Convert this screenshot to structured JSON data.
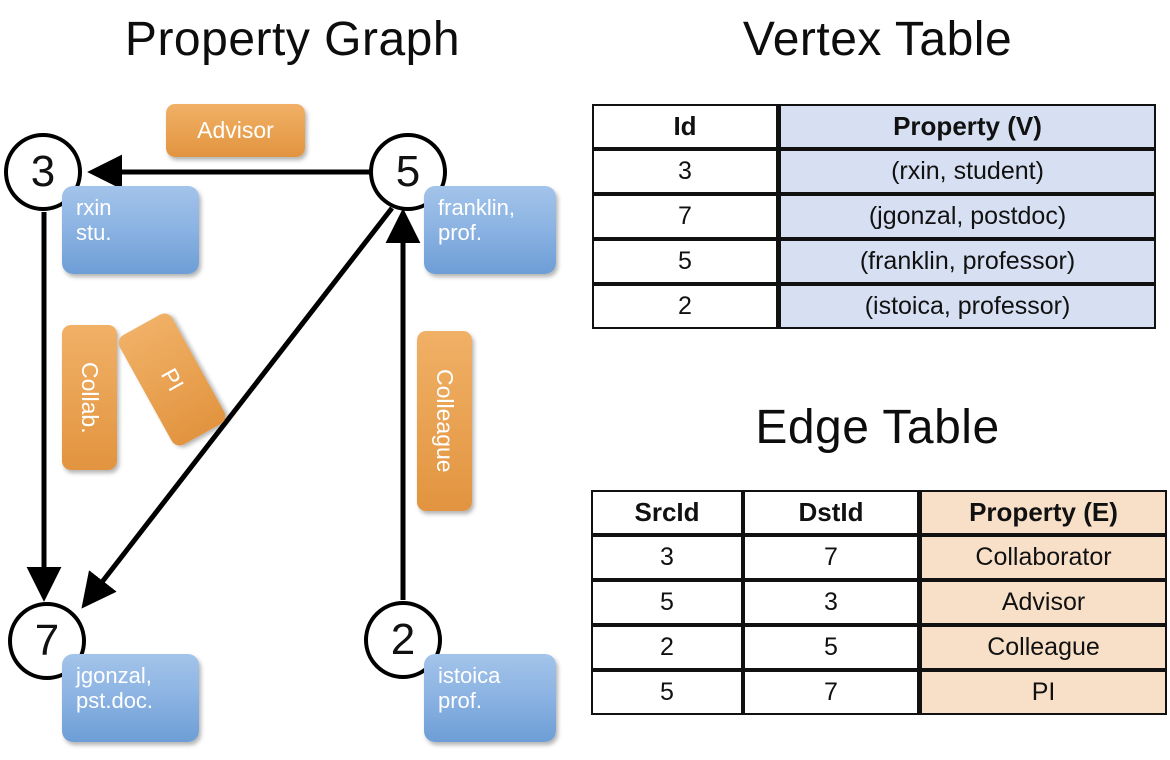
{
  "titles": {
    "property_graph": "Property Graph",
    "vertex_table": "Vertex Table",
    "edge_table": "Edge Table"
  },
  "graph": {
    "nodes": [
      {
        "id": "3",
        "property": "rxin\nstu."
      },
      {
        "id": "5",
        "property": "franklin,\nprof."
      },
      {
        "id": "7",
        "property": "jgonzal,\npst.doc."
      },
      {
        "id": "2",
        "property": "istoica\nprof."
      }
    ],
    "edge_labels": [
      {
        "name": "advisor",
        "text": "Advisor"
      },
      {
        "name": "collab",
        "text": "Collab."
      },
      {
        "name": "pi",
        "text": "PI"
      },
      {
        "name": "colleague",
        "text": "Colleague"
      }
    ]
  },
  "vertex_table": {
    "headers": [
      "Id",
      "Property (V)"
    ],
    "rows": [
      {
        "id": "3",
        "property": "(rxin, student)"
      },
      {
        "id": "7",
        "property": "(jgonzal, postdoc)"
      },
      {
        "id": "5",
        "property": "(franklin, professor)"
      },
      {
        "id": "2",
        "property": "(istoica, professor)"
      }
    ]
  },
  "edge_table": {
    "headers": [
      "SrcId",
      "DstId",
      "Property (E)"
    ],
    "rows": [
      {
        "src": "3",
        "dst": "7",
        "property": "Collaborator"
      },
      {
        "src": "5",
        "dst": "3",
        "property": "Advisor"
      },
      {
        "src": "2",
        "dst": "5",
        "property": "Colleague"
      },
      {
        "src": "5",
        "dst": "7",
        "property": "PI"
      }
    ]
  },
  "colors": {
    "vertex_property_fill": "#d6e0f2",
    "edge_property_fill": "#f8e0c8",
    "node_property_box": "#8db4e3",
    "edge_label_box": "#eaa455",
    "stroke": "#111111",
    "background": "#ffffff"
  }
}
